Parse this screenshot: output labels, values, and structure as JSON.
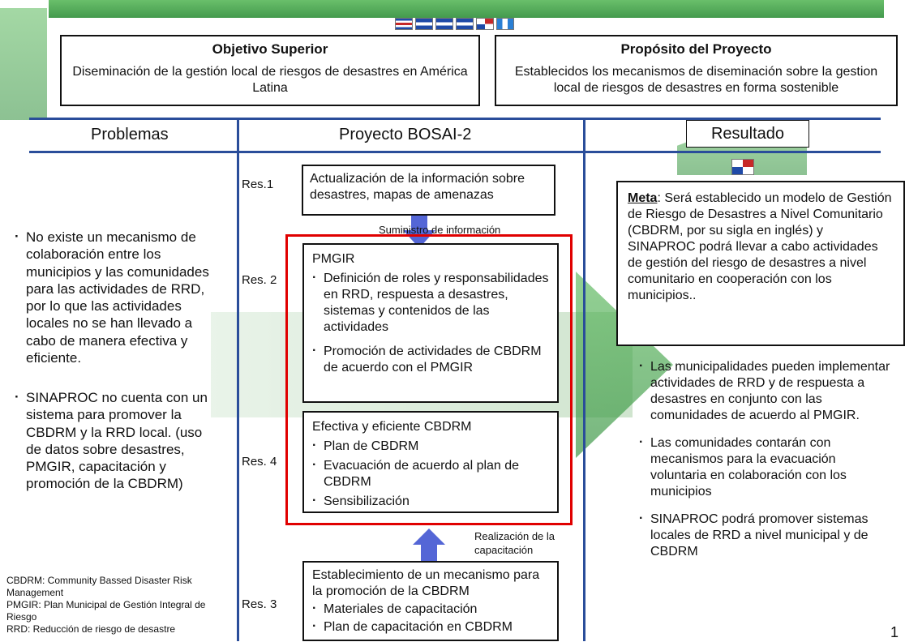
{
  "objective": {
    "title": "Objetivo Superior",
    "text": "Diseminación de la gestión local de riesgos de desastres en América Latina"
  },
  "purpose": {
    "title": "Propósito del Proyecto",
    "text": "Establecidos los mecanismos de diseminación sobre la gestion local de riesgos de desastres en forma sostenible"
  },
  "headers": {
    "problems": "Problemas",
    "project": "Proyecto BOSAI-2",
    "result": "Resultado"
  },
  "res_labels": {
    "r1": "Res.1",
    "r2": "Res. 2",
    "r4": "Res. 4",
    "r3": "Res. 3"
  },
  "res1": {
    "text": "Actualización de la información sobre desastres, mapas de amenazas"
  },
  "supply_label": "Suministro de información",
  "pmgir_box": {
    "title": "PMGIR",
    "items": [
      "Definición de roles y responsabilidades en RRD, respuesta a desastres, sistemas y contenidos de las actividades",
      "Promoción de actividades de CBDRM de acuerdo con el PMGIR"
    ]
  },
  "cbdrm_box": {
    "title": "Efectiva y eficiente CBDRM",
    "items": [
      "Plan de CBDRM",
      "Evacuación de acuerdo al plan de CBDRM",
      "Sensibilización"
    ]
  },
  "realization_label": "Realización de la capacitación",
  "res3_box": {
    "title": "Establecimiento de un mecanismo para la promoción de la CBDRM",
    "items": [
      "Materiales de capacitación",
      "Plan de capacitación en CBDRM"
    ]
  },
  "problems": [
    "No existe un mecanismo de colaboración entre los municipios y las comunidades para las actividades de RRD, por lo que las actividades locales no se han llevado a cabo de manera efectiva y eficiente.",
    "SINAPROC no cuenta con un sistema para promover la CBDRM y la RRD local. (uso de datos sobre desastres, PMGIR, capacitación y promoción de la CBDRM)"
  ],
  "goal": {
    "label": "Meta",
    "text": ": Será establecido un modelo de Gestión de Riesgo de Desastres a Nivel Comunitario (CBDRM, por su sigla en inglés) y SINAPROC podrá llevar a cabo actividades de gestión del riesgo de desastres a nivel comunitario en cooperación con los municipios.."
  },
  "results": [
    "Las municipalidades pueden implementar actividades de RRD y de respuesta a desastres en conjunto con las comunidades de acuerdo al PMGIR.",
    "Las comunidades contarán con mecanismos para la evacuación voluntaria en colaboración con los municipios",
    "SINAPROC podrá promover sistemas locales de RRD a nivel municipal y de CBDRM"
  ],
  "glossary": [
    "CBDRM: Community Bassed Disaster Risk Management",
    "PMGIR: Plan Municipal de Gestión Integral de Riesgo",
    "RRD: Reducción de riesgo de desastre"
  ],
  "page_number": "1",
  "colors": {
    "green": "#3f9b45",
    "blue_lines": "#2a4d9a",
    "red_frame": "#e00000",
    "arrow_blue": "#5466d6"
  }
}
